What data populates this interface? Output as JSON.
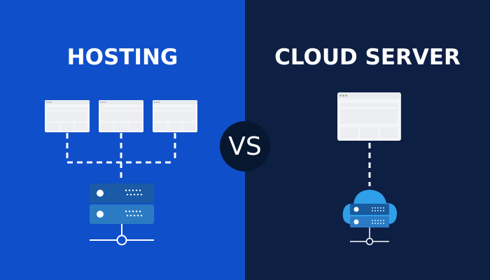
{
  "left_panel": {
    "title": "HOSTING",
    "background": "#0f4fc9"
  },
  "right_panel": {
    "title": "CLOUD SERVER",
    "background": "#0e1f44"
  },
  "badge": {
    "label": "VS"
  },
  "icons": {
    "hosting": [
      "browser-window-icon",
      "browser-window-icon",
      "browser-window-icon",
      "server-rack-icon",
      "network-node-icon"
    ],
    "cloud": [
      "browser-window-icon",
      "cloud-server-icon",
      "network-node-icon"
    ]
  }
}
